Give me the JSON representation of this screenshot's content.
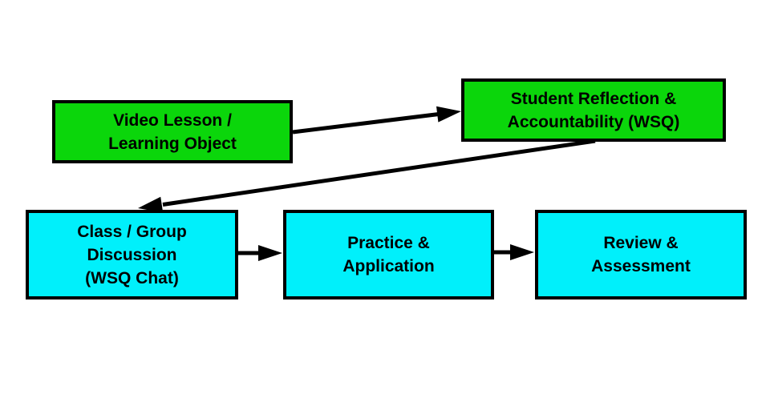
{
  "diagram": {
    "colors": {
      "background": "#ffffff",
      "box_green": "#0bd60b",
      "box_cyan": "#00f0fb",
      "border": "#000000",
      "arrow": "#000000",
      "text": "#000000"
    },
    "nodes": [
      {
        "id": "video-lesson",
        "label": "Video Lesson / Learning Object",
        "lines": [
          "Video Lesson /",
          "Learning Object"
        ],
        "fill": "box_green"
      },
      {
        "id": "student-reflection",
        "label": "Student Reflection & Accountability (WSQ)",
        "lines": [
          "Student Reflection &",
          "Accountability (WSQ)"
        ],
        "fill": "box_green"
      },
      {
        "id": "class-discussion",
        "label": "Class / Group Discussion (WSQ Chat)",
        "lines": [
          "Class / Group",
          "Discussion",
          "(WSQ Chat)"
        ],
        "fill": "box_cyan"
      },
      {
        "id": "practice-application",
        "label": "Practice & Application",
        "lines": [
          "Practice &",
          "Application"
        ],
        "fill": "box_cyan"
      },
      {
        "id": "review-assessment",
        "label": "Review & Assessment",
        "lines": [
          "Review &",
          "Assessment"
        ],
        "fill": "box_cyan"
      }
    ],
    "edges": [
      {
        "from": "video-lesson",
        "to": "student-reflection"
      },
      {
        "from": "student-reflection",
        "to": "class-discussion"
      },
      {
        "from": "class-discussion",
        "to": "practice-application"
      },
      {
        "from": "practice-application",
        "to": "review-assessment"
      }
    ]
  }
}
